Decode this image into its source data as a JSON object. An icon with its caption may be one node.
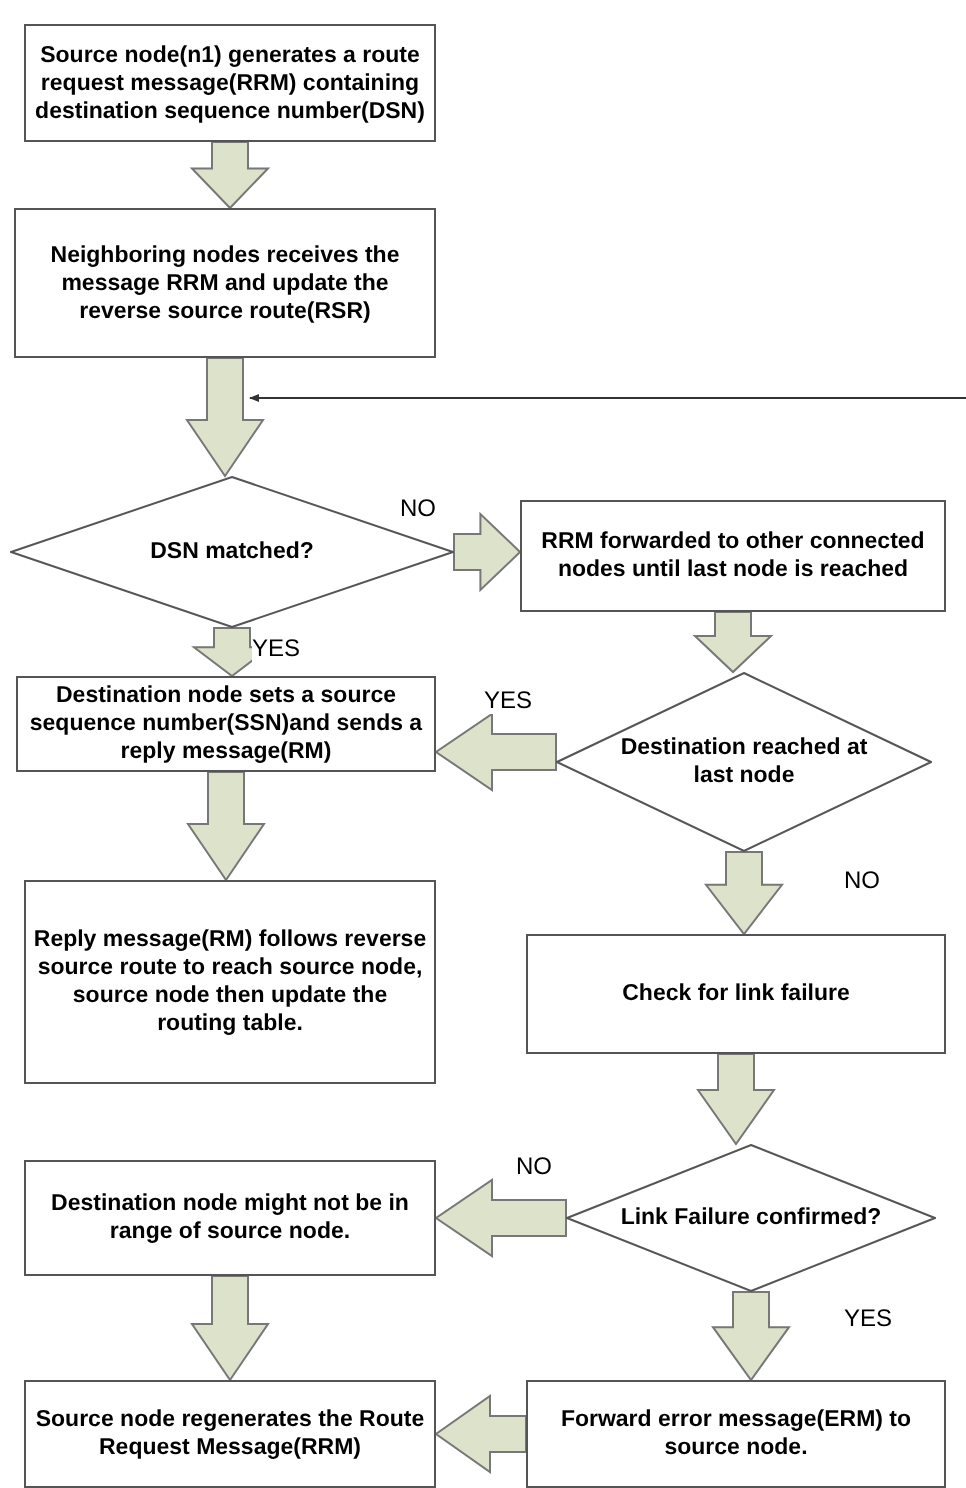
{
  "diagram": {
    "nodes": [
      {
        "text": [
          "Source node(n1) generates a route request message(RRM) containing destination sequence number(DSN)"
        ]
      },
      {
        "text": [
          "Neighboring nodes receives the message RRM and update the reverse source route(RSR)"
        ]
      },
      {
        "text": [
          "DSN matched?"
        ]
      },
      {
        "text": [
          "RRM forwarded to other connected nodes until last node is reached"
        ]
      },
      {
        "text": [
          "Destination node sets a source sequence number(SSN)and sends a reply message(RM)"
        ]
      },
      {
        "text": [
          "Destination reached at last node"
        ]
      },
      {
        "text": [
          "Reply message(RM) follows reverse source route to reach source node, source node then update the routing table."
        ]
      },
      {
        "text": [
          "Check for link failure"
        ]
      },
      {
        "text": [
          "Link Failure confirmed?"
        ]
      },
      {
        "text": [
          "Destination node might not be in range of source node."
        ]
      },
      {
        "text": [
          "Source node regenerates the Route Request Message(RRM)"
        ]
      },
      {
        "text": [
          "Forward error message(ERM) to source node."
        ]
      }
    ],
    "edges": [
      {
        "from": 0,
        "to": 1,
        "arrow": "to",
        "style": "thick"
      },
      {
        "from": 1,
        "to": 2,
        "arrow": "to",
        "style": "thick"
      },
      {
        "from": 2,
        "to": 3,
        "arrow": "to",
        "label": "NO",
        "style": "thick"
      },
      {
        "from": 2,
        "to": 4,
        "arrow": "to",
        "label": "YES",
        "style": "thick"
      },
      {
        "from": 3,
        "to": 5,
        "arrow": "to",
        "style": "thick"
      },
      {
        "from": 5,
        "to": 4,
        "arrow": "to",
        "label": "YES",
        "style": "thick"
      },
      {
        "from": 5,
        "to": 7,
        "arrow": "to",
        "label": "NO",
        "style": "thick"
      },
      {
        "from": 4,
        "to": 6,
        "arrow": "to",
        "style": "thick"
      },
      {
        "from": 7,
        "to": 8,
        "arrow": "to",
        "style": "thick"
      },
      {
        "from": 8,
        "to": 9,
        "arrow": "to",
        "label": "NO",
        "style": "thick"
      },
      {
        "from": 8,
        "to": 11,
        "arrow": "to",
        "label": "YES",
        "style": "thick"
      },
      {
        "from": 9,
        "to": 10,
        "arrow": "to",
        "style": "thick"
      },
      {
        "from": 11,
        "to": 10,
        "arrow": "to",
        "style": "thick"
      },
      {
        "from": null,
        "to": 2,
        "arrow": "to"
      }
    ]
  }
}
